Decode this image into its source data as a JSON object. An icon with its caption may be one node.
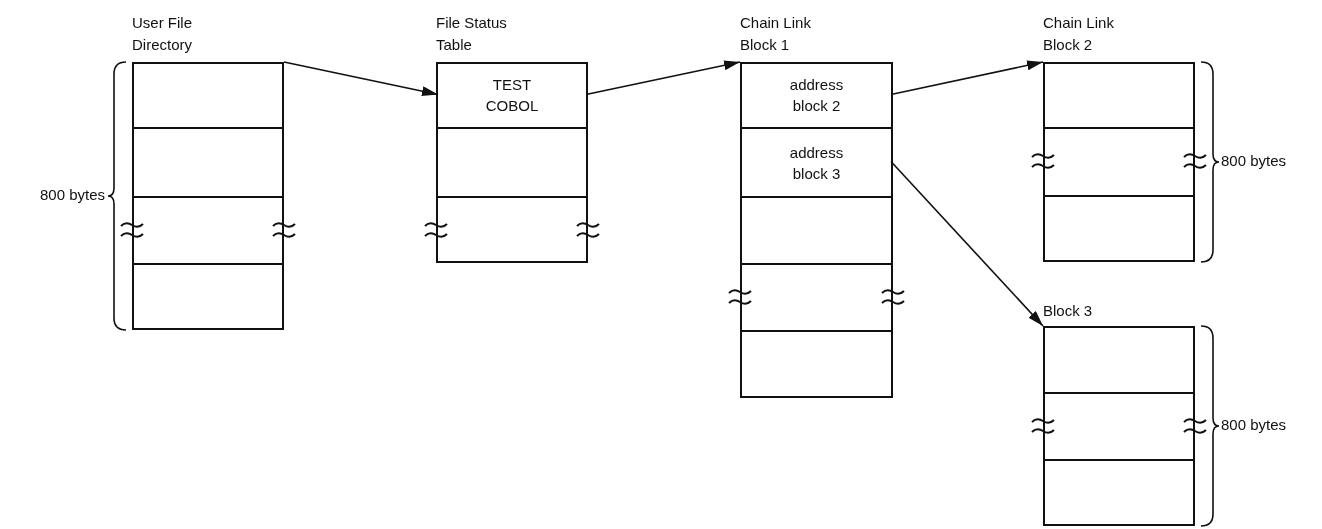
{
  "diagram": {
    "nodes": [
      {
        "text": [
          "User File Directory"
        ]
      },
      {
        "text": [
          "File Status Table"
        ]
      },
      {
        "text": [
          "TEST COBOL"
        ],
        "in": 1
      },
      {
        "text": [
          "Chain Link Block 1"
        ]
      },
      {
        "text": [
          "address block 2"
        ],
        "in": 3
      },
      {
        "text": [
          "address block 3"
        ],
        "in": 3
      },
      {
        "text": [
          "Chain Link Block 2"
        ]
      },
      {
        "text": [
          "Block 3"
        ]
      }
    ],
    "edges": [
      {
        "from": 0,
        "to": 2,
        "arrow": "to"
      },
      {
        "from": 2,
        "to": 3,
        "arrow": "to"
      },
      {
        "from": 4,
        "to": 6,
        "arrow": "to"
      },
      {
        "from": 5,
        "to": 7,
        "arrow": "to"
      }
    ],
    "labels": [
      "800 bytes",
      "800 bytes",
      "800 bytes"
    ]
  }
}
